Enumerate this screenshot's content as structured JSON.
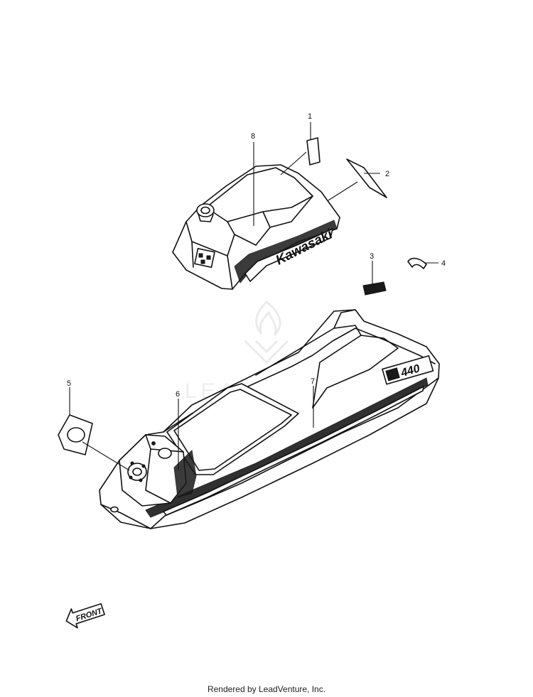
{
  "watermark": {
    "text": "LEADVENTURE"
  },
  "callouts": [
    {
      "id": "1",
      "label": "1"
    },
    {
      "id": "2",
      "label": "2"
    },
    {
      "id": "3",
      "label": "3"
    },
    {
      "id": "4",
      "label": "4"
    },
    {
      "id": "5",
      "label": "5"
    },
    {
      "id": "6",
      "label": "6"
    },
    {
      "id": "7",
      "label": "7"
    },
    {
      "id": "8",
      "label": "8"
    }
  ],
  "decals": {
    "brand_text": "Kawasaki",
    "model_text": "440"
  },
  "front_arrow": {
    "text": "FRONT"
  },
  "footer": {
    "credit": "Rendered by LeadVenture, Inc."
  },
  "colors": {
    "line": "#111111",
    "background": "#ffffff",
    "watermark": "#ebebeb"
  }
}
